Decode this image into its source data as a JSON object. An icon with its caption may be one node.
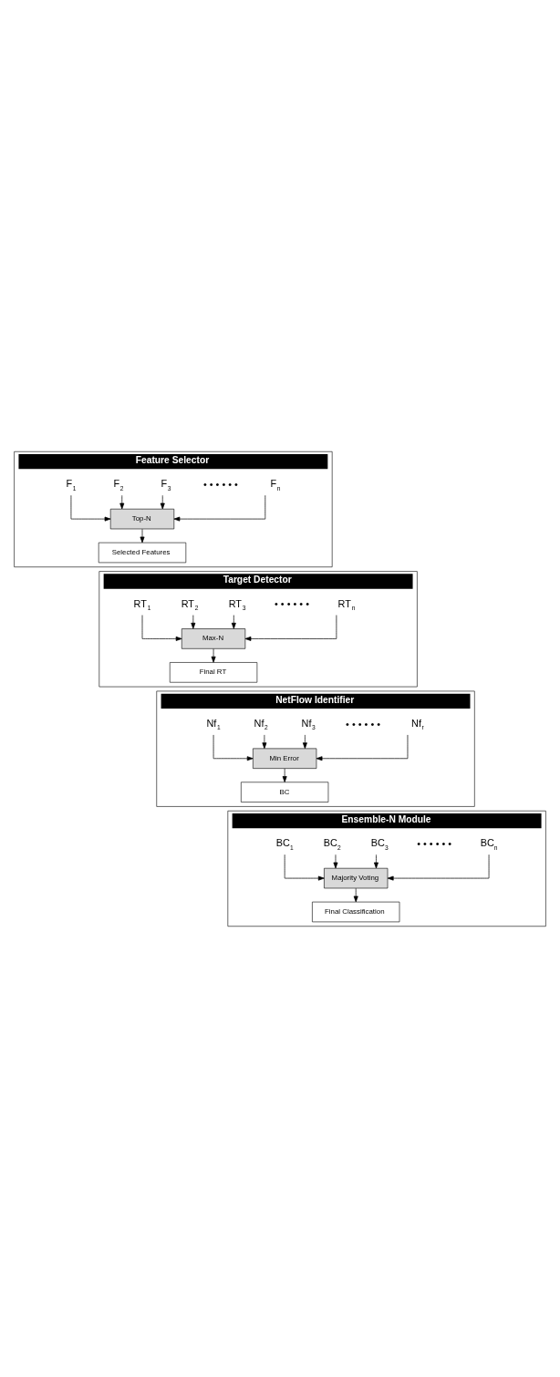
{
  "diagram": {
    "nodes": [
      {
        "text": [
          "Feature Selector"
        ]
      },
      {
        "text": [
          "F$_{1}$"
        ],
        "in": 0
      },
      {
        "text": [
          "F$_{2}$"
        ],
        "in": 0
      },
      {
        "text": [
          "F$_{3}$"
        ],
        "in": 0
      },
      {
        "text": [
          "F$_{n}$"
        ],
        "in": 0
      },
      {
        "text": [
          "Top-N"
        ],
        "in": 0
      },
      {
        "text": [
          "Selected Features"
        ],
        "in": 0
      },
      {
        "text": [
          "Target Detector"
        ]
      },
      {
        "text": [
          "RT$_{1}$"
        ],
        "in": 7
      },
      {
        "text": [
          "RT$_{2}$"
        ],
        "in": 7
      },
      {
        "text": [
          "RT$_{3}$"
        ],
        "in": 7
      },
      {
        "text": [
          "RT$_{n}$"
        ],
        "in": 7
      },
      {
        "text": [
          "Max-N"
        ],
        "in": 7
      },
      {
        "text": [
          "Final RT"
        ],
        "in": 7
      },
      {
        "text": [
          "NetFlow Identifier"
        ]
      },
      {
        "text": [
          "Nf$_{1}$"
        ],
        "in": 14
      },
      {
        "text": [
          "Nf$_{2}$"
        ],
        "in": 14
      },
      {
        "text": [
          "Nf$_{3}$"
        ],
        "in": 14
      },
      {
        "text": [
          "Nf$_{r}$"
        ],
        "in": 14
      },
      {
        "text": [
          "Min Error"
        ],
        "in": 14
      },
      {
        "text": [
          "BC"
        ],
        "in": 14
      },
      {
        "text": [
          "Ensemble-N Module"
        ]
      },
      {
        "text": [
          "BC$_{1}$"
        ],
        "in": 21
      },
      {
        "text": [
          "BC$_{2}$"
        ],
        "in": 21
      },
      {
        "text": [
          "BC$_{3}$"
        ],
        "in": 21
      },
      {
        "text": [
          "BC$_{n}$"
        ],
        "in": 21
      },
      {
        "text": [
          "Majority Voting"
        ],
        "in": 21
      },
      {
        "text": [
          "Final Classification"
        ],
        "in": 21
      }
    ],
    "edges": [
      {
        "from": 1,
        "to": 5,
        "arrow": "to"
      },
      {
        "from": 2,
        "to": 5,
        "arrow": "to"
      },
      {
        "from": 3,
        "to": 5,
        "arrow": "to"
      },
      {
        "from": 4,
        "to": 5,
        "arrow": "to"
      },
      {
        "from": 5,
        "to": 6,
        "arrow": "to"
      },
      {
        "from": 8,
        "to": 12,
        "arrow": "to"
      },
      {
        "from": 9,
        "to": 12,
        "arrow": "to"
      },
      {
        "from": 10,
        "to": 12,
        "arrow": "to"
      },
      {
        "from": 11,
        "to": 12,
        "arrow": "to"
      },
      {
        "from": 12,
        "to": 13,
        "arrow": "to"
      },
      {
        "from": 15,
        "to": 19,
        "arrow": "to"
      },
      {
        "from": 16,
        "to": 19,
        "arrow": "to"
      },
      {
        "from": 17,
        "to": 19,
        "arrow": "to"
      },
      {
        "from": 18,
        "to": 19,
        "arrow": "to"
      },
      {
        "from": 19,
        "to": 20,
        "arrow": "to"
      },
      {
        "from": 22,
        "to": 26,
        "arrow": "to"
      },
      {
        "from": 23,
        "to": 26,
        "arrow": "to"
      },
      {
        "from": 24,
        "to": 26,
        "arrow": "to"
      },
      {
        "from": 25,
        "to": 26,
        "arrow": "to"
      },
      {
        "from": 26,
        "to": 27,
        "arrow": "to"
      }
    ],
    "labels": [
      "• • • • • •",
      "• • • • • •",
      "• • • • • •",
      "• • • • • •"
    ]
  }
}
